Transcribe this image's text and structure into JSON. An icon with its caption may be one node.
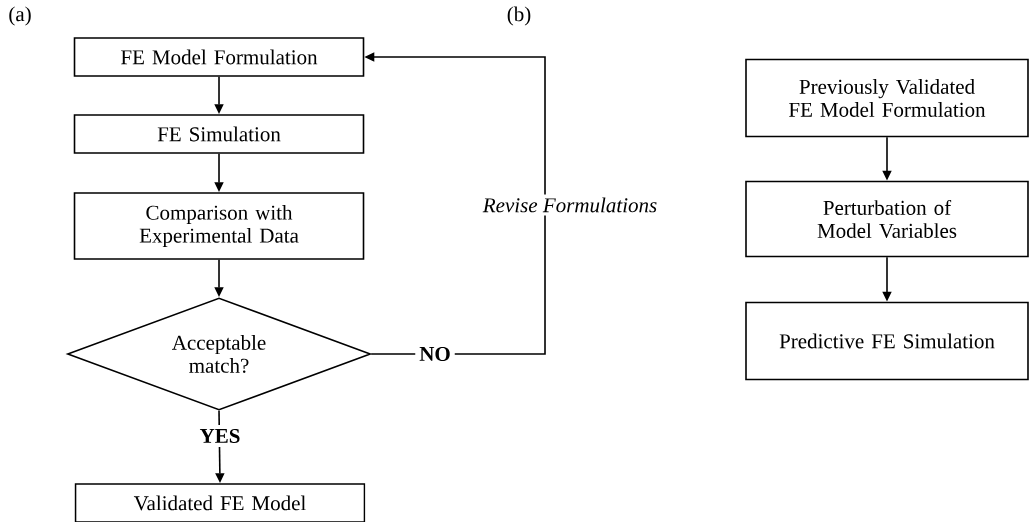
{
  "diagram": {
    "nodes": [
      {
        "text": [
          "FE Model Formulation"
        ]
      },
      {
        "text": [
          "FE Simulation"
        ]
      },
      {
        "text": [
          "Comparison with Experimental Data"
        ]
      },
      {
        "text": [
          "Acceptable match?"
        ]
      },
      {
        "text": [
          "Validated FE Model"
        ]
      },
      {
        "text": [
          "Previously Validated FE Model Formulation"
        ]
      },
      {
        "text": [
          "Perturbation of Model Variables"
        ]
      },
      {
        "text": [
          "Predictive FE Simulation"
        ]
      }
    ],
    "edges": [
      {
        "from": 0,
        "to": 1,
        "arrow": "to"
      },
      {
        "from": 1,
        "to": 2,
        "arrow": "to"
      },
      {
        "from": 2,
        "to": 3,
        "arrow": "to"
      },
      {
        "from": 3,
        "to": 4,
        "arrow": "to",
        "label": "YES"
      },
      {
        "from": 3,
        "to": 0,
        "arrow": "to",
        "label": "NO"
      },
      {
        "from": 5,
        "to": 6,
        "arrow": "to"
      },
      {
        "from": 6,
        "to": 7,
        "arrow": "to"
      }
    ],
    "labels": [
      "(a)",
      "(b)",
      "Revise Formulations"
    ]
  }
}
